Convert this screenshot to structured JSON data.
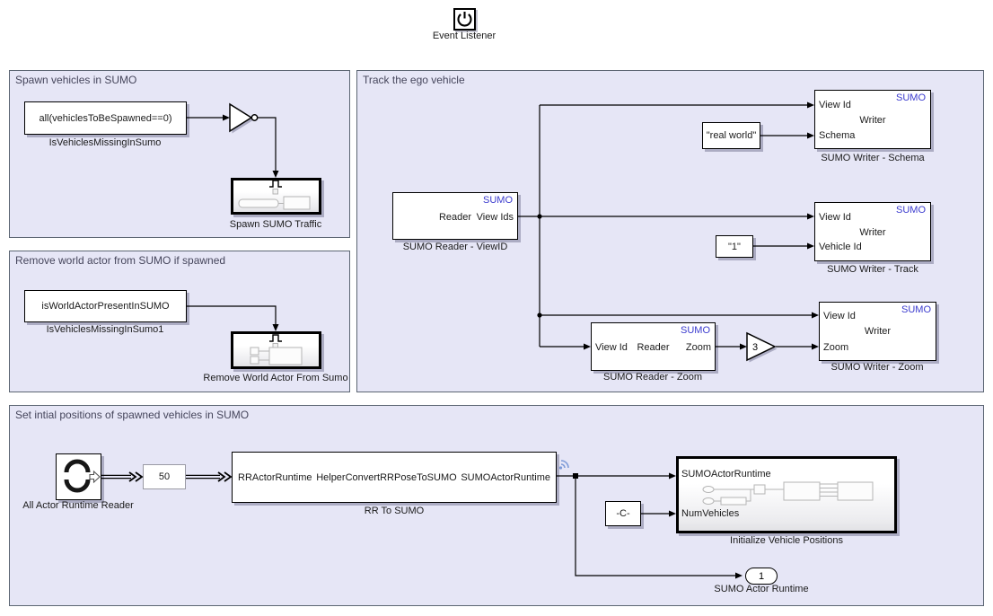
{
  "colors": {
    "sumo_brand_blue": "#3a3ace",
    "group_fill": "#e6e6f6",
    "group_border": "#5c6673",
    "wire": "#000000",
    "streaming_icon_blue": "#7d9bd8"
  },
  "event_listener": {
    "label": "Event Listener",
    "icon": "power-icon"
  },
  "groups": {
    "spawn": {
      "title": "Spawn vehicles in SUMO",
      "condition": {
        "text": "all(vehiclesToBeSpawned==0)",
        "label": "IsVehiclesMissingInSumo"
      },
      "subsystem": {
        "label": "Spawn SUMO Traffic"
      }
    },
    "remove": {
      "title": "Remove world actor from SUMO if spawned",
      "condition": {
        "text": "isWorldActorPresentInSUMO",
        "label": "IsVehiclesMissingInSumo1"
      },
      "subsystem": {
        "label": "Remove World Actor From Sumo"
      }
    },
    "track": {
      "title": "Track the ego vehicle",
      "reader_viewid": {
        "brand": "SUMO",
        "center": "Reader",
        "port_out": "View Ids",
        "label": "SUMO Reader - ViewID"
      },
      "writer_schema": {
        "brand": "SUMO",
        "port_in1": "View Id",
        "center": "Writer",
        "port_in2": "Schema",
        "label": "SUMO Writer - Schema"
      },
      "const_realworld": {
        "text": "\"real world\""
      },
      "writer_track": {
        "brand": "SUMO",
        "port_in1": "View Id",
        "center": "Writer",
        "port_in2": "Vehicle Id",
        "label": "SUMO Writer - Track"
      },
      "const_vehicle": {
        "text": "\"1\""
      },
      "reader_zoom": {
        "brand": "SUMO",
        "port_in": "View Id",
        "center": "Reader",
        "port_out": "Zoom",
        "label": "SUMO Reader - Zoom"
      },
      "gain": {
        "value": "3"
      },
      "writer_zoom": {
        "brand": "SUMO",
        "port_in1": "View Id",
        "center": "Writer",
        "port_in2": "Zoom",
        "label": "SUMO Writer - Zoom"
      }
    },
    "init": {
      "title": "Set intial positions of spawned vehicles in SUMO",
      "actor_reader": {
        "label": "All Actor Runtime Reader",
        "icon": "rotation-arrows-icon"
      },
      "rate": {
        "text": "50"
      },
      "rr_to_sumo": {
        "port_in": "RRActorRuntime",
        "center": "HelperConvertRRPoseToSUMO",
        "port_out": "SUMOActorRuntime",
        "label": "RR To SUMO"
      },
      "const_c": {
        "text": "-C-"
      },
      "subsystem": {
        "port_in1": "SUMOActorRuntime",
        "port_in2": "NumVehicles",
        "label": "Initialize Vehicle Positions"
      },
      "outport": {
        "value": "1",
        "label": "SUMO Actor Runtime"
      }
    }
  }
}
